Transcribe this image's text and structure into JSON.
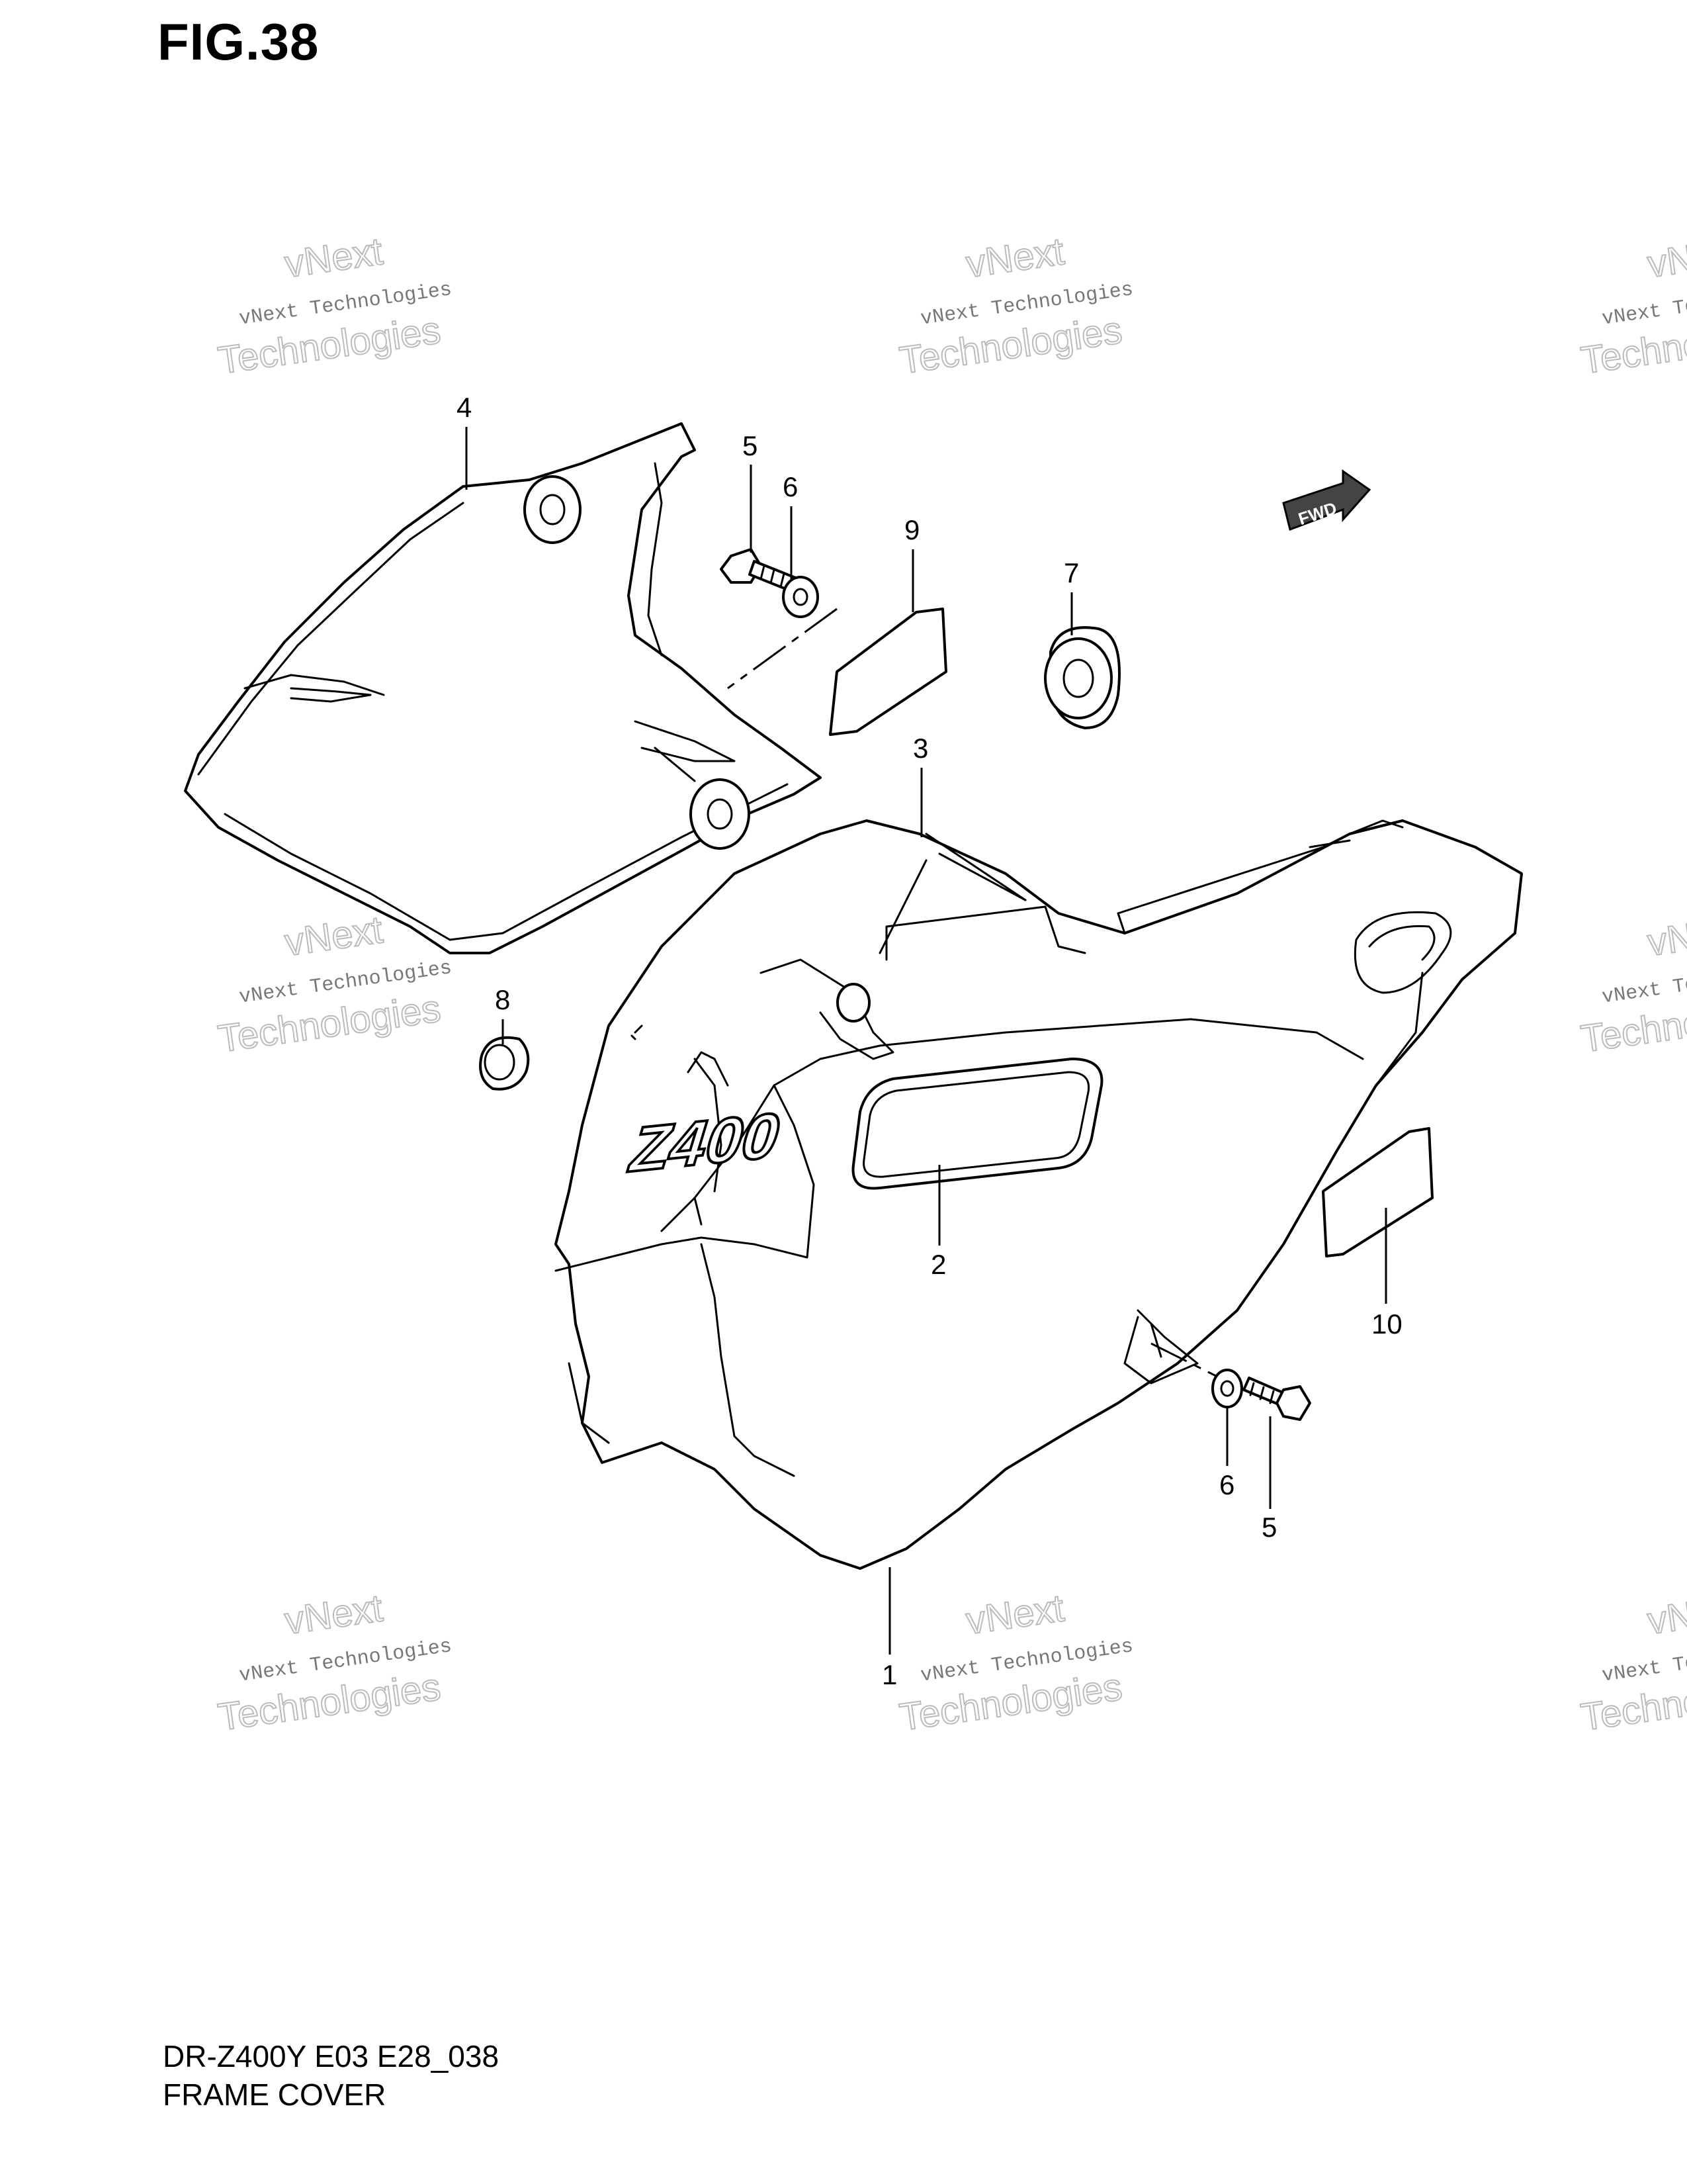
{
  "figure": {
    "title": "FIG.38",
    "model": "DR-Z400Y E03 E28_038",
    "name": "FRAME COVER"
  },
  "callouts": {
    "c1": "1",
    "c2": "2",
    "c3": "3",
    "c4": "4",
    "c5a": "5",
    "c5b": "5",
    "c6a": "6",
    "c6b": "6",
    "c7": "7",
    "c8": "8",
    "c9": "9",
    "c10": "10"
  },
  "emblem_text": "Z400",
  "fwd_label": "FWD",
  "watermark": {
    "line1": "vNext Technologies",
    "line2": "vNext",
    "line3": "Technologies"
  }
}
